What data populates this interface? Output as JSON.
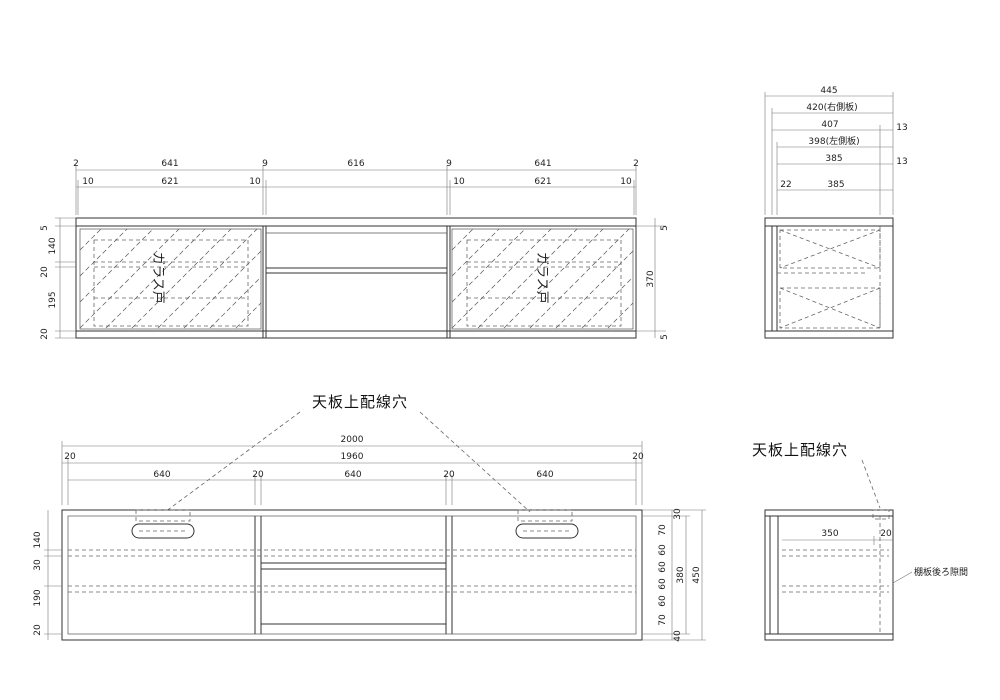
{
  "front": {
    "top_dims": [
      "2",
      "641",
      "9",
      "616",
      "9",
      "641",
      "2"
    ],
    "inner_dims": [
      "10",
      "621",
      "10",
      "10",
      "621",
      "10"
    ],
    "left_dims": [
      "5",
      "140",
      "20",
      "195",
      "20"
    ],
    "right_dims": [
      "5",
      "370",
      "5"
    ],
    "glass_door": "ガラス戸"
  },
  "side_top": {
    "dims": [
      "445",
      "420(右側板)",
      "407",
      "13",
      "398(左側板)",
      "385",
      "13",
      "22",
      "385"
    ]
  },
  "plan": {
    "wiring_label": "天板上配線穴",
    "total": "2000",
    "row2": [
      "20",
      "1960",
      "20"
    ],
    "row3": [
      "640",
      "20",
      "640",
      "20",
      "640"
    ],
    "left_dims": [
      "140",
      "30",
      "190",
      "20"
    ],
    "right_inner": [
      "30",
      "70",
      "60",
      "60",
      "60",
      "60",
      "70",
      "40"
    ],
    "right_total": [
      "380",
      "450"
    ]
  },
  "side_plan": {
    "wiring_label": "天板上配線穴",
    "dims": [
      "350",
      "20"
    ],
    "shelf_gap_label": "棚板後ろ隙間"
  }
}
